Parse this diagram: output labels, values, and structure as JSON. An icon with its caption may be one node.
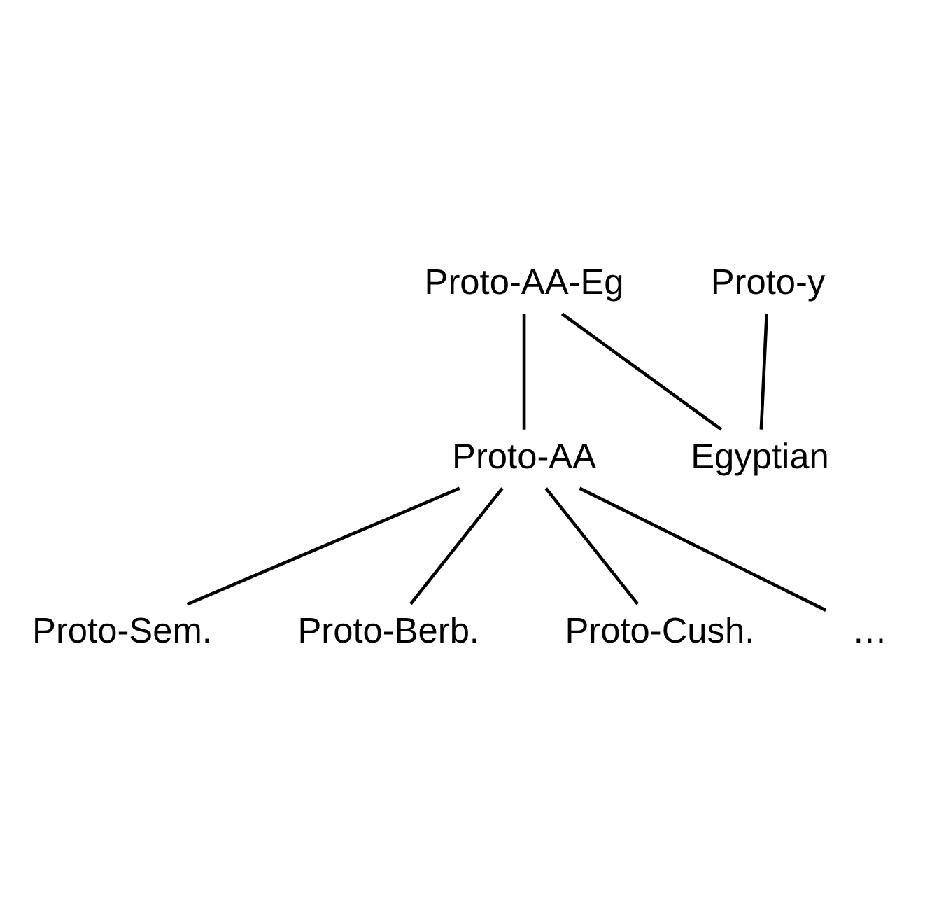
{
  "diagram": {
    "nodes": [
      {
        "text": [
          "Proto-AA-Eg"
        ]
      },
      {
        "text": [
          "Proto-y"
        ]
      },
      {
        "text": [
          "Proto-AA"
        ]
      },
      {
        "text": [
          "Egyptian"
        ]
      },
      {
        "text": [
          "Proto-Sem."
        ]
      },
      {
        "text": [
          "Proto-Berb."
        ]
      },
      {
        "text": [
          "Proto-Cush."
        ]
      },
      {
        "text": [
          "…"
        ]
      }
    ],
    "edges": [
      {
        "from": 0,
        "to": 2,
        "arrow": "none"
      },
      {
        "from": 0,
        "to": 3,
        "arrow": "none"
      },
      {
        "from": 1,
        "to": 3,
        "arrow": "none"
      },
      {
        "from": 2,
        "to": 4,
        "arrow": "none"
      },
      {
        "from": 2,
        "to": 5,
        "arrow": "none"
      },
      {
        "from": 2,
        "to": 6,
        "arrow": "none"
      },
      {
        "from": 2,
        "to": 7,
        "arrow": "none"
      }
    ]
  }
}
